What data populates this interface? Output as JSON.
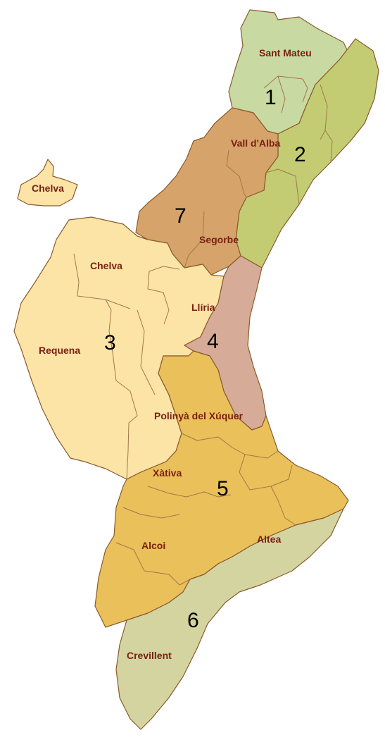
{
  "regions": [
    {
      "number": "1",
      "color": "#c8d9a2"
    },
    {
      "number": "2",
      "color": "#c3cc72"
    },
    {
      "number": "3",
      "color": "#fbe4a6"
    },
    {
      "number": "4",
      "color": "#d6ac98"
    },
    {
      "number": "5",
      "color": "#e9c05a"
    },
    {
      "number": "6",
      "color": "#d4d4a0"
    },
    {
      "number": "7",
      "color": "#d6a46a"
    }
  ],
  "place_labels": {
    "sant_mateu": "Sant Mateu",
    "vall_dalba": "Vall d'Alba",
    "chelva_exclave": "Chelva",
    "segorbe": "Segorbe",
    "chelva": "Chelva",
    "lliria": "Llíria",
    "requena": "Requena",
    "polinya": "Polinyà del Xúquer",
    "xativa": "Xàtiva",
    "altea": "Altea",
    "alcoi": "Alcoi",
    "crevillent": "Crevillent"
  },
  "border_color": "#8a5a2c",
  "label_color": "#7a1f12"
}
